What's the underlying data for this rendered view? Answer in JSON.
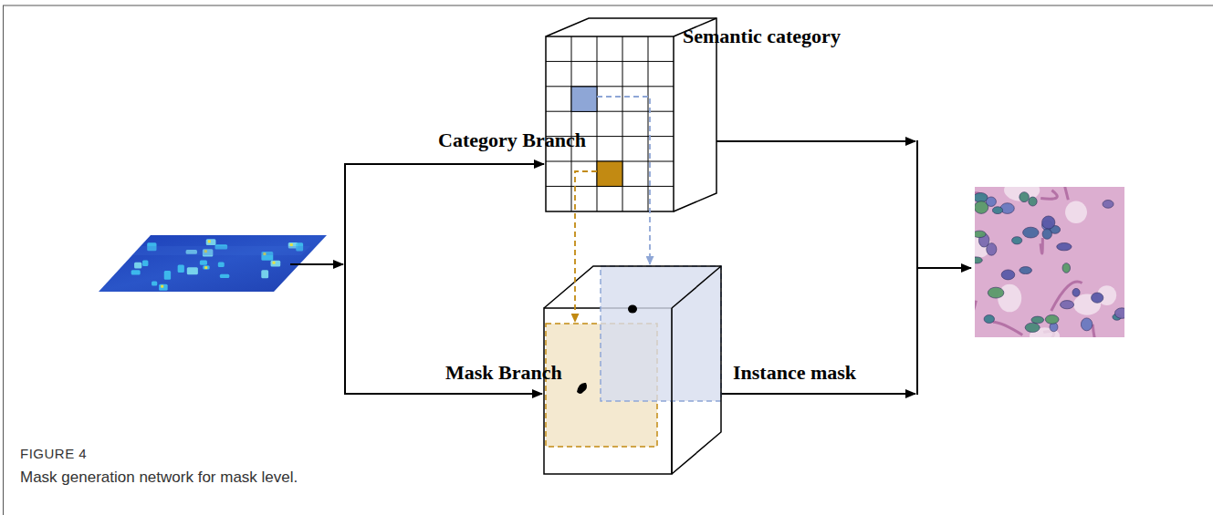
{
  "diagram": {
    "caption": "Mask generation network for mask level.",
    "labels": [
      "FIGURE 4",
      "Category Branch",
      "Semantic category",
      "Mask Branch",
      "Instance mask"
    ]
  }
}
